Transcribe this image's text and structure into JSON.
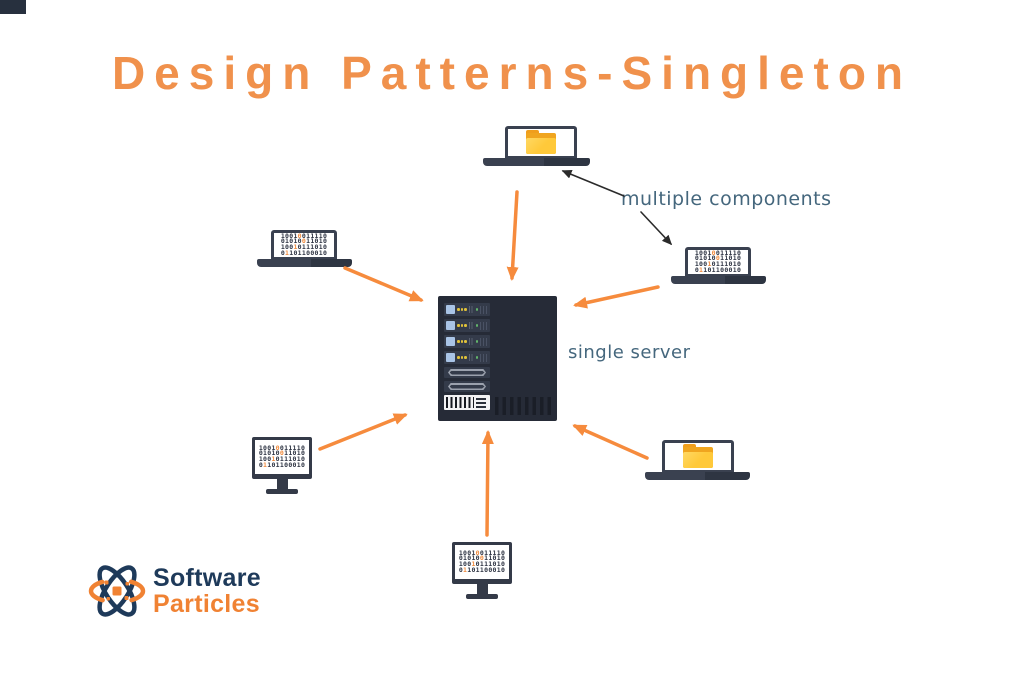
{
  "title": "Design Patterns-Singleton",
  "annotations": {
    "single_server": "single server",
    "multiple_components": "multiple components"
  },
  "logo": {
    "word1": "Software",
    "word2": "Particles",
    "icon": "atom-icon"
  },
  "binary_screen": {
    "rows": [
      [
        {
          "t": "1001",
          "hl": false
        },
        {
          "t": "0",
          "hl": true
        },
        {
          "t": "011110",
          "hl": false
        }
      ],
      [
        {
          "t": "01010",
          "hl": false
        },
        {
          "t": "0",
          "hl": true
        },
        {
          "t": "11010",
          "hl": false
        }
      ],
      [
        {
          "t": "100",
          "hl": false
        },
        {
          "t": "1",
          "hl": true
        },
        {
          "t": "0111010",
          "hl": false
        }
      ],
      [
        {
          "t": "0",
          "hl": false
        },
        {
          "t": "1",
          "hl": true
        },
        {
          "t": "101100010",
          "hl": false
        }
      ]
    ]
  },
  "icons": {
    "server": "server-rack-icon",
    "laptop_folder": "laptop-with-folder-icon",
    "laptop_binary": "laptop-with-binary-code-icon",
    "monitor_binary": "monitor-with-binary-code-icon",
    "folder": "folder-icon"
  },
  "colors": {
    "title_orange": "#F0914C",
    "arrow_orange": "#F68B3D",
    "annotation_ink": "#2B2B2B",
    "label_ink": "#45677D",
    "device_dark": "#3A4150",
    "server_body": "#262B37",
    "binary_highlight": "#F08A3C",
    "logo_navy": "#1E3A5A",
    "logo_orange": "#F08233",
    "folder_yellow": "#FFC93A"
  }
}
